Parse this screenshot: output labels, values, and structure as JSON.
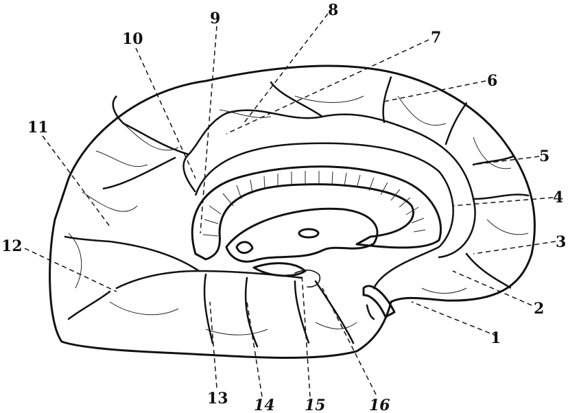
{
  "callouts": [
    {
      "id": "1",
      "text": "1"
    },
    {
      "id": "2",
      "text": "2"
    },
    {
      "id": "3",
      "text": "3"
    },
    {
      "id": "4",
      "text": "4"
    },
    {
      "id": "5",
      "text": "5"
    },
    {
      "id": "6",
      "text": "6"
    },
    {
      "id": "7",
      "text": "7"
    },
    {
      "id": "8",
      "text": "8"
    },
    {
      "id": "9",
      "text": "9"
    },
    {
      "id": "10",
      "text": "10"
    },
    {
      "id": "11",
      "text": "11"
    },
    {
      "id": "12",
      "text": "12"
    },
    {
      "id": "13",
      "text": "13"
    },
    {
      "id": "14",
      "text": "14"
    },
    {
      "id": "15",
      "text": "15"
    },
    {
      "id": "16",
      "text": "16"
    }
  ]
}
